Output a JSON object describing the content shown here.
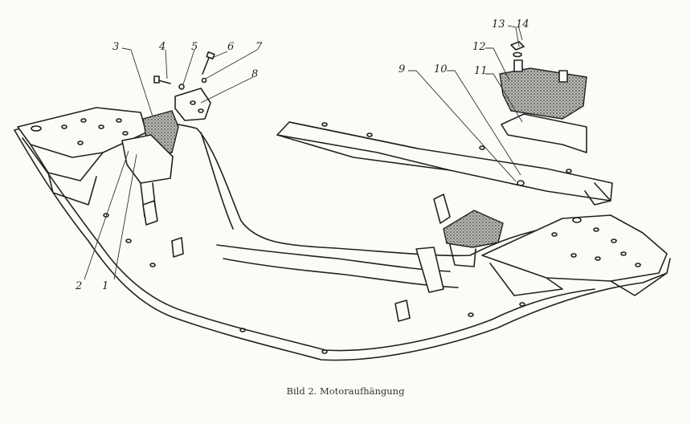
{
  "caption": "Bild 2. Motoraufhängung",
  "callouts": {
    "1": "1",
    "2": "2",
    "3": "3",
    "4": "4",
    "5": "5",
    "6": "6",
    "7": "7",
    "8": "8",
    "9": "9",
    "10": "10",
    "11": "11",
    "12": "12",
    "13": "13",
    "14": "14"
  }
}
